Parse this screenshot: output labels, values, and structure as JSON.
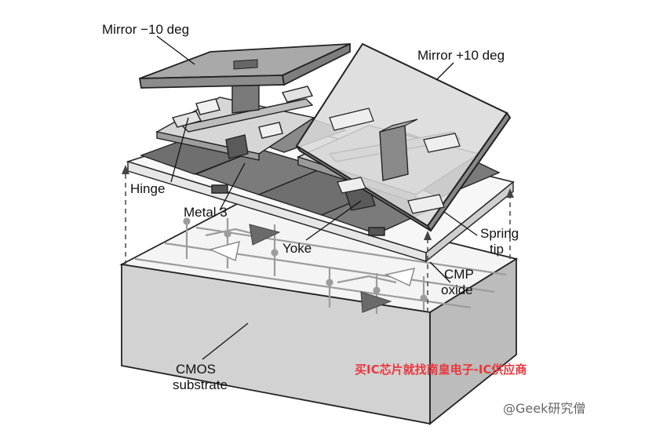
{
  "labels": {
    "mirror_minus": "Mirror −10 deg",
    "mirror_plus": "Mirror +10 deg",
    "hinge": "Hinge",
    "metal3": "Metal 3",
    "yoke": "Yoke",
    "spring_line1": "Spring",
    "spring_line2": "tip",
    "cmp_line1": "CMP",
    "cmp_line2": "oxide",
    "cmos_line1": "CMOS",
    "cmos_line2": "substrate"
  },
  "overlay": {
    "promo_text": "买IC芯片就找南皇电子-IC供应商",
    "promo_color": "#e8383d",
    "watermark_text": "@Geek研究僧"
  },
  "colors": {
    "line": "#222222",
    "mirror_fill": "#a9a9a9",
    "dark_metal": "#6f6f6f",
    "light_metal": "#d8d8d8",
    "substrate_top": "#f3f3f3",
    "substrate_front": "#d0d0d0",
    "substrate_side": "#b9b9b9",
    "circuit": "#9a9a9a"
  }
}
